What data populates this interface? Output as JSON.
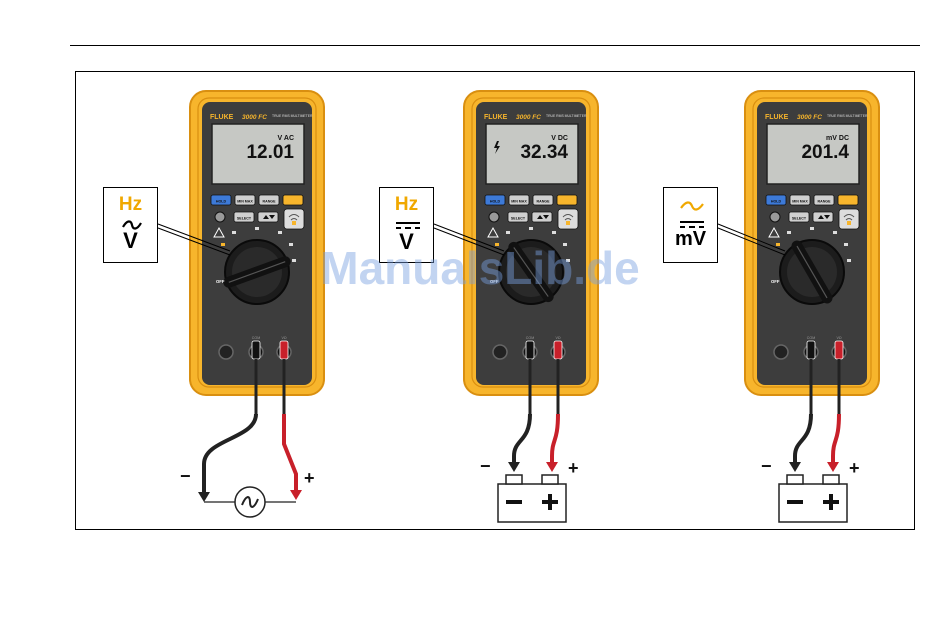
{
  "brand": "FLUKE",
  "meter_model": "3000 FC",
  "meter_subtitle": "TRUE RMS MULTIMETER",
  "buttons": {
    "hold": "HOLD",
    "minmax": "MIN MAX",
    "range": "RANGE",
    "select": "SELECT"
  },
  "jacks": {
    "com": "COM",
    "vomega": "VΩ"
  },
  "dial": {
    "off": "OFF"
  },
  "meters": [
    {
      "mode": "V AC",
      "reading": "12.01",
      "callout_top": "Hz",
      "callout_unit": "V",
      "source": "ac"
    },
    {
      "mode": "V DC",
      "reading": "32.34",
      "callout_top": "Hz",
      "callout_unit": "V",
      "source": "battery"
    },
    {
      "mode": "mV DC",
      "reading": "201.4",
      "callout_top": "",
      "callout_unit": "mV",
      "source": "battery"
    }
  ],
  "polarity": {
    "minus": "−",
    "plus": "+"
  },
  "watermark": "ManualsLib.de",
  "colors": {
    "holster": "#f7b52c",
    "holster_dark": "#d98f10",
    "body": "#3d3d3d",
    "lcd": "#c6c8c4",
    "hz": "#f0a800",
    "probe_red": "#c8202a"
  }
}
